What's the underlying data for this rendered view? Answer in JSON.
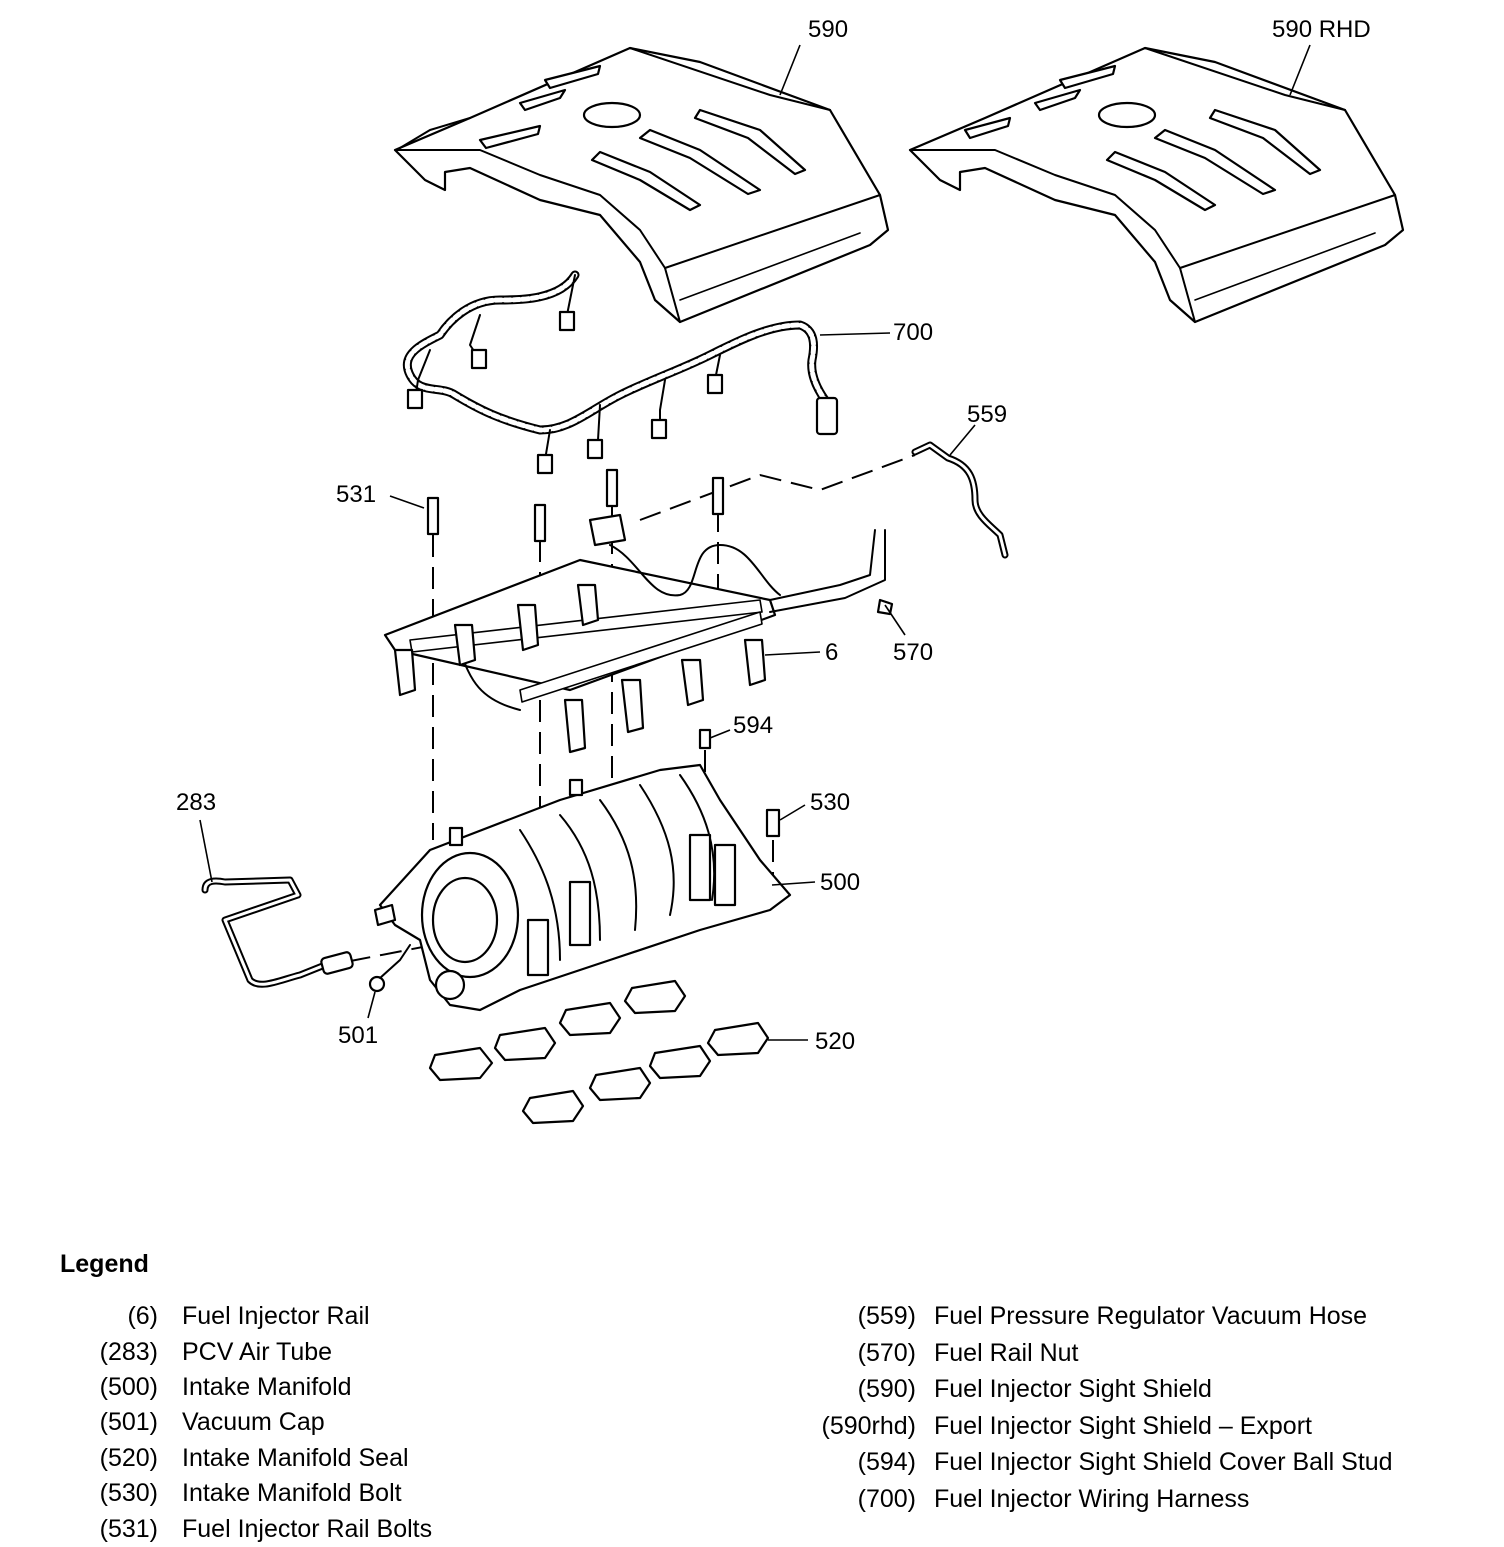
{
  "callouts": {
    "c590": "590",
    "c590rhd": "590 RHD",
    "c700": "700",
    "c559": "559",
    "c531": "531",
    "c6": "6",
    "c570": "570",
    "c594": "594",
    "c283": "283",
    "c530": "530",
    "c500": "500",
    "c501": "501",
    "c520": "520"
  },
  "legend": {
    "title": "Legend",
    "left": [
      {
        "num": "(6)",
        "desc": "Fuel Injector Rail"
      },
      {
        "num": "(283)",
        "desc": "PCV Air Tube"
      },
      {
        "num": "(500)",
        "desc": "Intake Manifold"
      },
      {
        "num": "(501)",
        "desc": "Vacuum Cap"
      },
      {
        "num": "(520)",
        "desc": "Intake Manifold Seal"
      },
      {
        "num": "(530)",
        "desc": "Intake Manifold Bolt"
      },
      {
        "num": "(531)",
        "desc": "Fuel Injector Rail Bolts"
      }
    ],
    "right": [
      {
        "num": "(559)",
        "desc": "Fuel Pressure Regulator Vacuum Hose"
      },
      {
        "num": "(570)",
        "desc": "Fuel Rail Nut"
      },
      {
        "num": "(590)",
        "desc": "Fuel Injector Sight Shield"
      },
      {
        "num": "(590rhd)",
        "desc": "Fuel Injector Sight Shield – Export"
      },
      {
        "num": "(594)",
        "desc": "Fuel Injector Sight Shield Cover Ball Stud"
      },
      {
        "num": "(700)",
        "desc": "Fuel Injector Wiring Harness"
      }
    ]
  }
}
